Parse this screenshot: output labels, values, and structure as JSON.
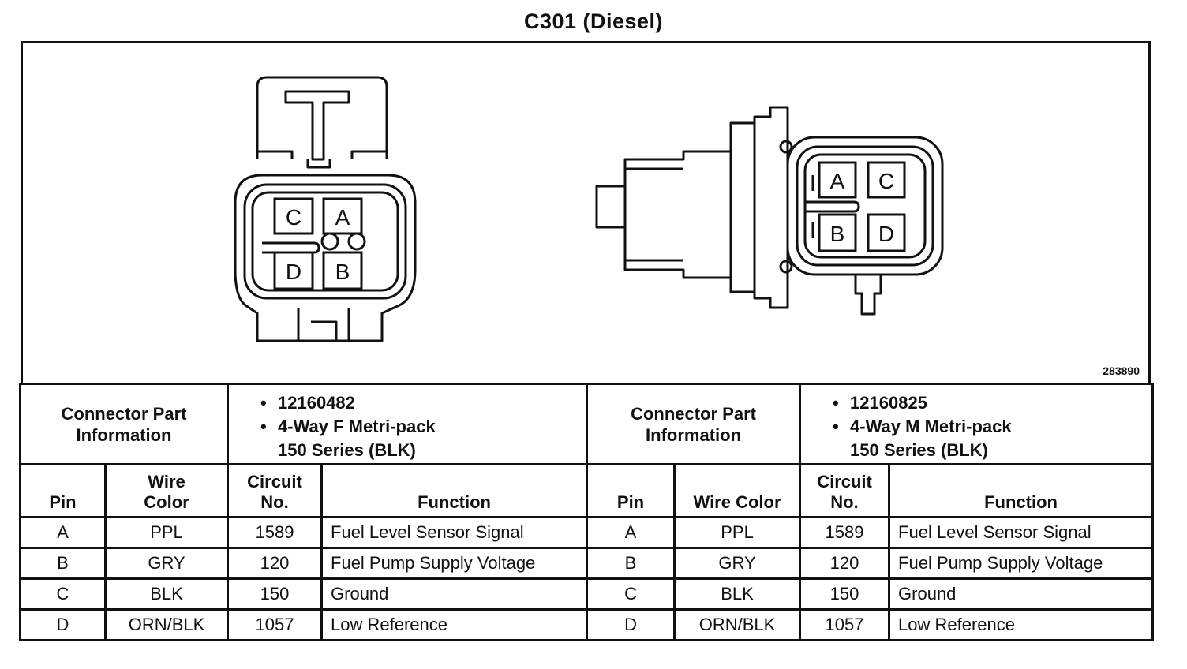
{
  "title": "C301 (Diesel)",
  "figure_number": "283890",
  "left_connector": {
    "cavities": [
      "C",
      "A",
      "D",
      "B"
    ]
  },
  "right_connector": {
    "cavities": [
      "A",
      "C",
      "B",
      "D"
    ]
  },
  "left_table": {
    "part_label": "Connector Part\nInformation",
    "parts": [
      "12160482",
      "4-Way F Metri-pack\n150 Series (BLK)"
    ],
    "headers": [
      "Pin",
      "Wire\nColor",
      "Circuit\nNo.",
      "Function"
    ],
    "rows": [
      {
        "pin": "A",
        "color": "PPL",
        "circuit": "1589",
        "function": "Fuel Level Sensor Signal"
      },
      {
        "pin": "B",
        "color": "GRY",
        "circuit": "120",
        "function": "Fuel Pump Supply Voltage"
      },
      {
        "pin": "C",
        "color": "BLK",
        "circuit": "150",
        "function": "Ground"
      },
      {
        "pin": "D",
        "color": "ORN/BLK",
        "circuit": "1057",
        "function": "Low Reference"
      }
    ]
  },
  "right_table": {
    "part_label": "Connector Part\nInformation",
    "parts": [
      "12160825",
      "4-Way M Metri-pack\n150 Series (BLK)"
    ],
    "headers": [
      "Pin",
      "Wire Color",
      "Circuit\nNo.",
      "Function"
    ],
    "rows": [
      {
        "pin": "A",
        "color": "PPL",
        "circuit": "1589",
        "function": "Fuel Level Sensor Signal"
      },
      {
        "pin": "B",
        "color": "GRY",
        "circuit": "120",
        "function": "Fuel Pump Supply Voltage"
      },
      {
        "pin": "C",
        "color": "BLK",
        "circuit": "150",
        "function": "Ground"
      },
      {
        "pin": "D",
        "color": "ORN/BLK",
        "circuit": "1057",
        "function": "Low Reference"
      }
    ]
  },
  "bullet_glyph": "•"
}
